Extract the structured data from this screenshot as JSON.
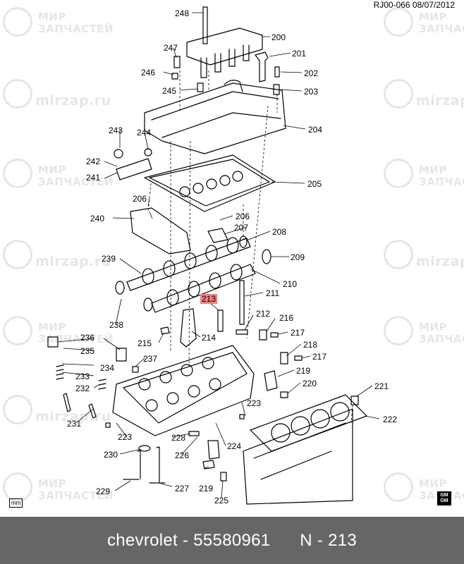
{
  "reference_code": "RJ00-066 08/07/2012",
  "watermark": {
    "line1": "МИР",
    "line2": "ЗАПЧАСТЕЙ",
    "url": "mirzap.ru"
  },
  "highlighted_part": "213",
  "part_labels": [
    "200",
    "201",
    "202",
    "203",
    "204",
    "205",
    "206",
    "206",
    "207",
    "208",
    "209",
    "210",
    "211",
    "212",
    "213",
    "214",
    "215",
    "216",
    "217",
    "217",
    "218",
    "219",
    "219",
    "220",
    "221",
    "222",
    "223",
    "223",
    "224",
    "225",
    "226",
    "227",
    "228",
    "229",
    "230",
    "231",
    "232",
    "233",
    "234",
    "235",
    "236",
    "237",
    "238",
    "239",
    "240",
    "241",
    "242",
    "243",
    "244",
    "245",
    "246",
    "247",
    "248"
  ],
  "unit_badge": "mm",
  "logo_text": [
    "GM",
    "GM"
  ],
  "footer": {
    "text": "chevrolet - 55580961      N - 213"
  },
  "colors": {
    "highlight": "#ee8080",
    "footer_bg": "#666666",
    "footer_text": "#ffffff",
    "watermark": "#e6e6e6"
  }
}
